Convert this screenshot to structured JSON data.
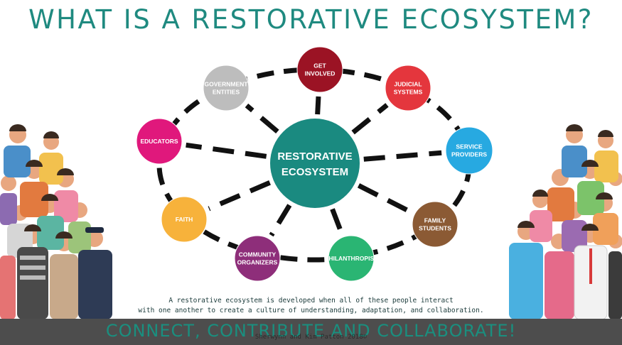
{
  "title": "WHAT IS A RESTORATIVE ECOSYSTEM?",
  "center": {
    "line1": "RESTORATIVE",
    "line2": "ECOSYSTEM",
    "color": "#1a8a80"
  },
  "nodes": [
    {
      "id": "get-involved",
      "lines": [
        "GET",
        "INVOLVED"
      ],
      "color": "#9b1324"
    },
    {
      "id": "judicial-systems",
      "lines": [
        "JUDICIAL",
        "SYSTEMS"
      ],
      "color": "#e4363d"
    },
    {
      "id": "service-providers",
      "lines": [
        "SERVICE",
        "PROVIDERS"
      ],
      "color": "#27a9e1"
    },
    {
      "id": "family-students",
      "lines": [
        "FAMILY",
        "STUDENTS"
      ],
      "color": "#8b5a34"
    },
    {
      "id": "philanthropist",
      "lines": [
        "PHILANTHROPIST"
      ],
      "color": "#2ab573"
    },
    {
      "id": "community-organizers",
      "lines": [
        "COMMUNITY",
        "ORGANIZERS"
      ],
      "color": "#8e2e7a"
    },
    {
      "id": "faith",
      "lines": [
        "FAITH"
      ],
      "color": "#f7b23b"
    },
    {
      "id": "educators",
      "lines": [
        "EDUCATORS"
      ],
      "color": "#e0187c"
    },
    {
      "id": "government-entities",
      "lines": [
        "GOVERNMENT",
        "ENTITIES"
      ],
      "color": "#bdbdbd"
    }
  ],
  "caption": {
    "line1": "A restorative ecosystem is developed when all of these people interact",
    "line2": "with one another to create a culture of understanding, adaptation, and collaboration."
  },
  "tagline": "CONNECT, CONTRIBUTE AND COLLABORATE!",
  "credit": "Sherwynn and Kim Patton 2018©"
}
